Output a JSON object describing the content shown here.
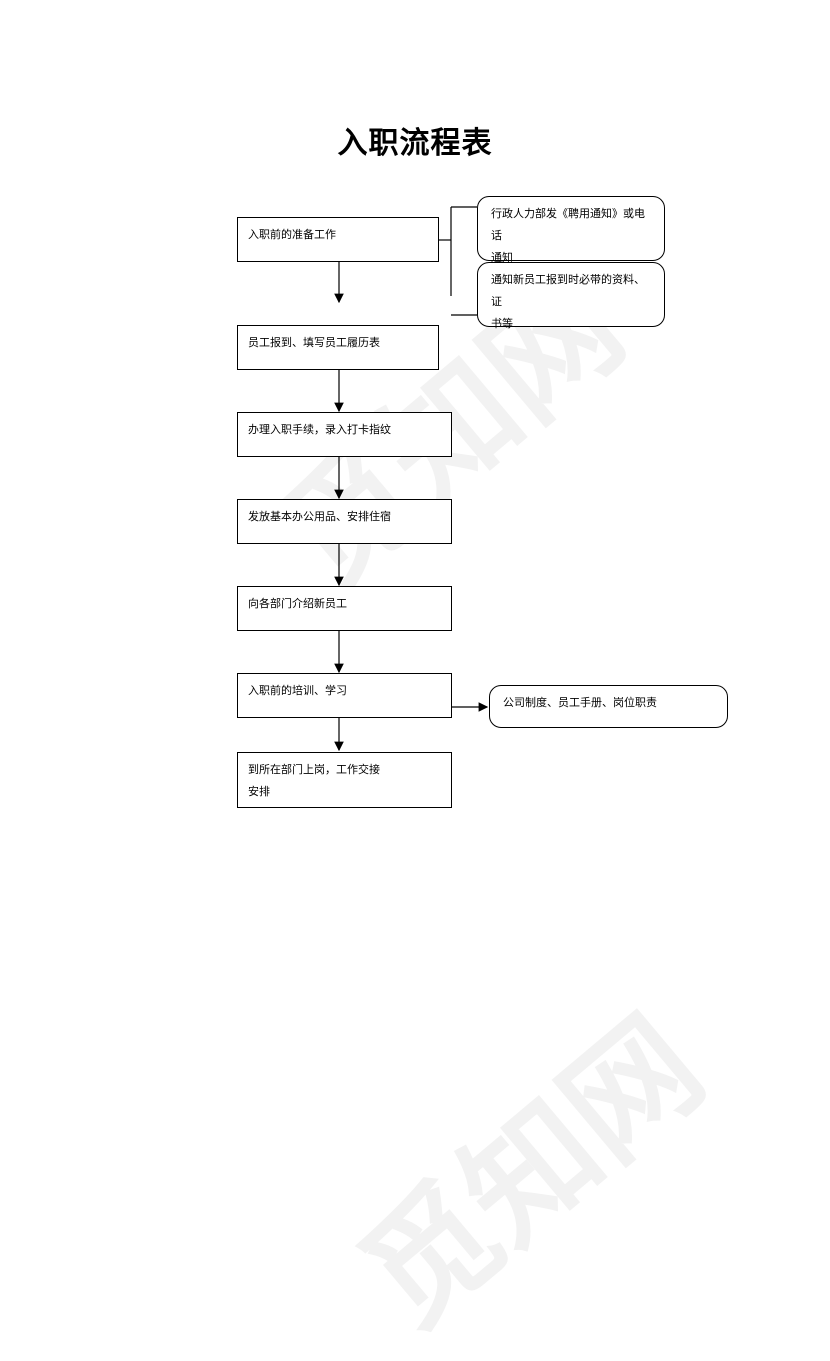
{
  "title": "入职流程表",
  "steps": [
    {
      "lines": [
        "入职前的准备工作"
      ]
    },
    {
      "lines": [
        "员工报到、填写员工履历表"
      ]
    },
    {
      "lines": [
        "办理入职手续，录入打卡指纹"
      ]
    },
    {
      "lines": [
        "发放基本办公用品、安排住宿"
      ]
    },
    {
      "lines": [
        "向各部门介绍新员工"
      ]
    },
    {
      "lines": [
        "入职前的培训、学习"
      ]
    },
    {
      "lines": [
        "到所在部门上岗，工作交接",
        "安排"
      ]
    }
  ],
  "side_notes": [
    {
      "lines": [
        "行政人力部发《聘用通知》或电话",
        "通知"
      ]
    },
    {
      "lines": [
        "通知新员工报到时必带的资料、证",
        "书等"
      ]
    },
    {
      "lines": [
        "公司制度、员工手册、岗位职责"
      ]
    }
  ],
  "watermark": "觅知网"
}
